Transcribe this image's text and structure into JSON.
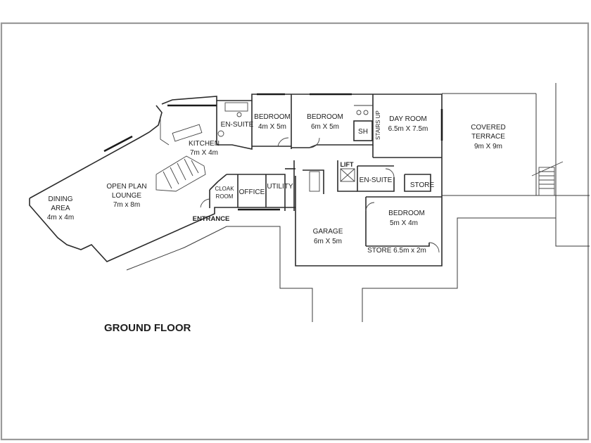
{
  "title": "GROUND FLOOR",
  "entrance": "ENTRANCE",
  "rooms": {
    "dining": {
      "name_1": "DINING",
      "name_2": "AREA",
      "size": "4m x 4m"
    },
    "lounge": {
      "name_1": "OPEN PLAN",
      "name_2": "LOUNGE",
      "size": "7m x 8m"
    },
    "kitchen": {
      "name": "KITCHEN",
      "size": "7m X 4m"
    },
    "ensuite_1": {
      "name": "EN-SUITE"
    },
    "bedroom_1": {
      "name": "BEDROOM",
      "size": "4m X 5m"
    },
    "bedroom_2": {
      "name": "BEDROOM",
      "size": "6m X 5m"
    },
    "shower": {
      "name": "SH"
    },
    "stairs": {
      "name": "STAIRS UP"
    },
    "day_room": {
      "name": "DAY ROOM",
      "size": "6.5m X 7.5m"
    },
    "terrace": {
      "name_1": "COVERED",
      "name_2": "TERRACE",
      "size": "9m X 9m"
    },
    "lift": {
      "name": "LIFT"
    },
    "ensuite_2": {
      "name": "EN-SUITE"
    },
    "store_1": {
      "name": "STORE"
    },
    "cloak": {
      "name_1": "CLOAK",
      "name_2": "ROOM"
    },
    "office": {
      "name": "OFFICE"
    },
    "utility": {
      "name": "UTILITY"
    },
    "bedroom_3": {
      "name": "BEDROOM",
      "size": "5m X 4m"
    },
    "garage": {
      "name": "GARAGE",
      "size": "6m X 5m"
    },
    "store_2": {
      "name": "STORE 6.5m x 2m"
    }
  }
}
